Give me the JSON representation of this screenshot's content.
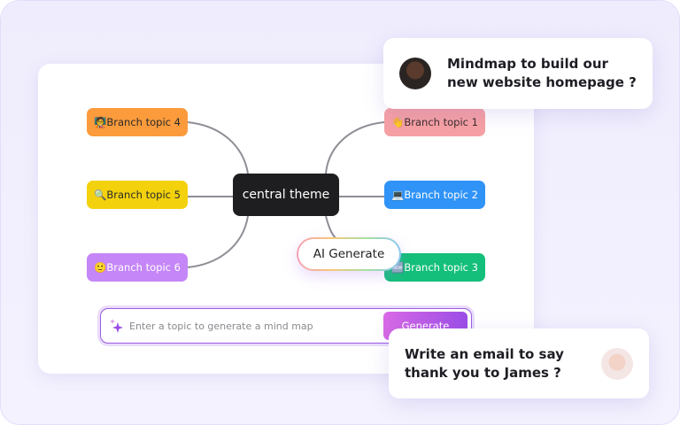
{
  "mindmap": {
    "central": "central theme",
    "branches": [
      {
        "label": "Branch topic 1",
        "emoji": "👋",
        "color": "#f6a0a4",
        "text_color": "#3a2a2a"
      },
      {
        "label": "Branch topic 2",
        "emoji": "💻",
        "color": "#2f93f7",
        "text_color": "#ffffff"
      },
      {
        "label": "Branch topic 3",
        "emoji": "🆕",
        "color": "#13bf7a",
        "text_color": "#ffffff"
      },
      {
        "label": "Branch topic 4",
        "emoji": "🧑‍🏫",
        "color": "#fb9b3c",
        "text_color": "#2a2a2a"
      },
      {
        "label": "Branch topic 5",
        "emoji": "🔍",
        "color": "#f3d20d",
        "text_color": "#2a2a2a"
      },
      {
        "label": "Branch topic 6",
        "emoji": "🙂",
        "color": "#c586f7",
        "text_color": "#ffffff"
      }
    ],
    "ai_generate": "AI Generate"
  },
  "prompt": {
    "placeholder": "Enter a topic to generate a mind map",
    "button": "Generate",
    "icon": "sparkle-icon"
  },
  "chat": [
    {
      "text": "Mindmap to build our new website homepage ?"
    },
    {
      "text": "Write an email to say thank you to James ?"
    }
  ]
}
